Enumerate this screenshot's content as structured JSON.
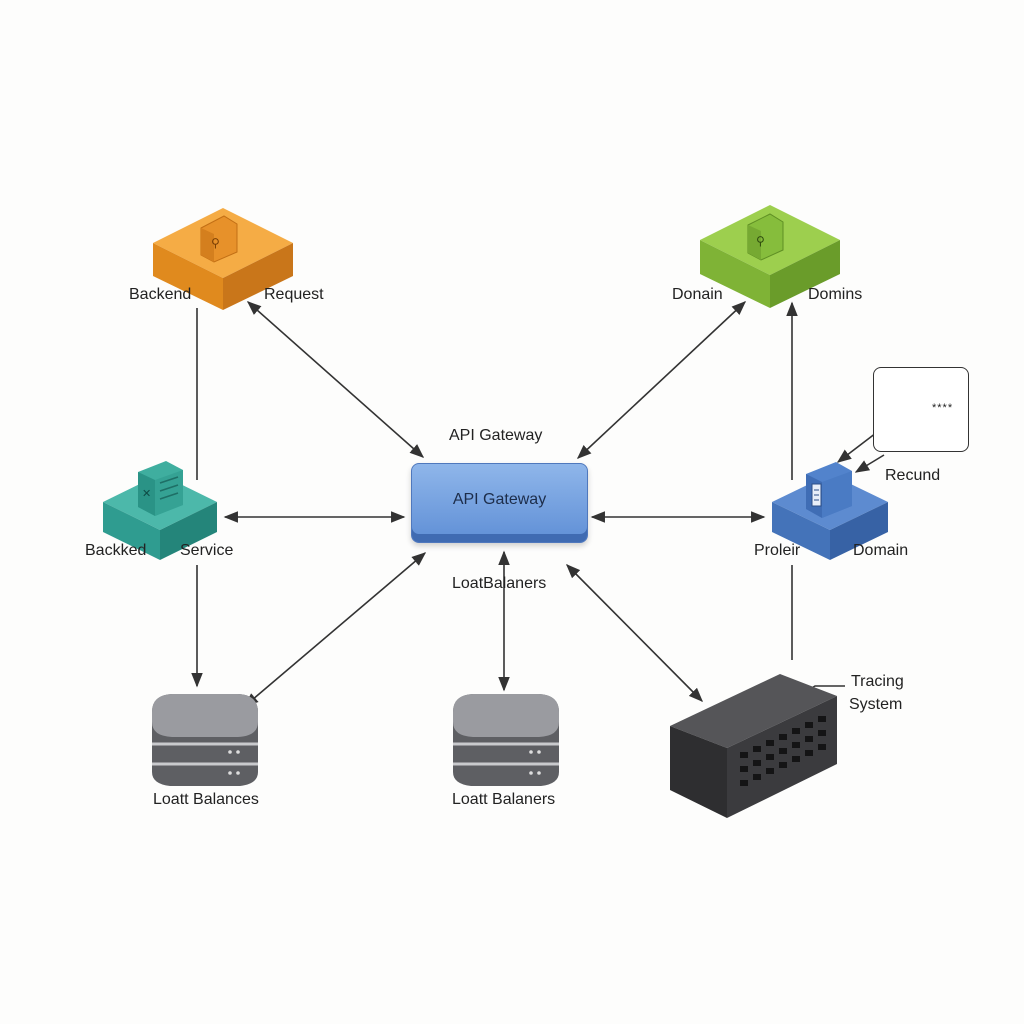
{
  "diagram": {
    "gateway_title": "API Gateway",
    "gateway_box_label": "API Gateway",
    "gateway_bottom_label": "LoatBalaners",
    "backend_left_label": "Backend",
    "request_label": "Request",
    "domain_top_left_label": "Donain",
    "domains_label": "Domins",
    "service_left_label": "Backked",
    "service_right_label": "Service",
    "domain_mid_left_label": "Proleir",
    "domain_mid_right_label": "Domain",
    "record_label": "Recund",
    "record_card_text": "****",
    "lb_left_label": "Loatt Balances",
    "lb_center_label": "Loatt Balaners",
    "tracing_line1": "Tracing",
    "tracing_line2": "System"
  },
  "colors": {
    "orange": "#f0a030",
    "green": "#8cc43f",
    "teal": "#3aa89c",
    "blue": "#4f7fc6",
    "gray": "#6d6e72",
    "dark": "#3b3b3d",
    "arrow": "#333333"
  },
  "icons": {
    "backend_node": "orange-cube-icon",
    "domain_node": "green-cube-icon",
    "service_node": "teal-server-cube-icon",
    "domain_mid_node": "blue-server-cube-icon",
    "load_balancer": "database-stack-icon",
    "tracing": "server-chassis-icon",
    "record": "grid-card-icon"
  }
}
